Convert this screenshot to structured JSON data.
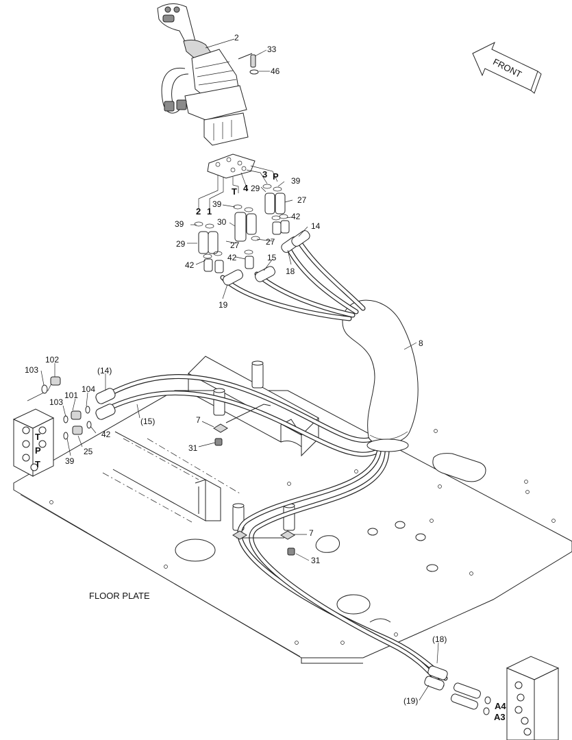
{
  "direction_label": "FRONT",
  "floor_plate_label": "FLOOR PLATE",
  "parts": {
    "joystick": "2",
    "bolt": "33",
    "washer_46": "46",
    "port_3": "3",
    "port_p": "P",
    "port_t": "T",
    "port_4": "4",
    "port_2": "2",
    "port_1": "1",
    "oring_39_a": "39",
    "oring_39_b": "39",
    "oring_39_c": "39",
    "oring_39_d": "39",
    "adapter_29_a": "29",
    "adapter_29_b": "29",
    "adapter_27_a": "27",
    "adapter_27_b": "27",
    "adapter_27_c": "27",
    "tee_30": "30",
    "oring_42_a": "42",
    "oring_42_b": "42",
    "oring_42_c": "42",
    "oring_42_d": "42",
    "hose_14": "14",
    "hose_15": "15",
    "hose_18": "18",
    "hose_19": "19",
    "sleeve_8": "8",
    "clamp_7_a": "7",
    "clamp_7_b": "7",
    "bolt_31_a": "31",
    "bolt_31_b": "31",
    "plug_102": "102",
    "oring_103_a": "103",
    "oring_103_b": "103",
    "fitting_101": "101",
    "oring_104": "104",
    "ref_14": "(14)",
    "ref_15": "(15)",
    "ref_18": "(18)",
    "ref_19": "(19)",
    "fitting_25": "25",
    "valve_port_a4": "A4",
    "valve_port_a3": "A3",
    "block_t_top": "T",
    "block_p": "P",
    "block_t_bottom": "T"
  }
}
